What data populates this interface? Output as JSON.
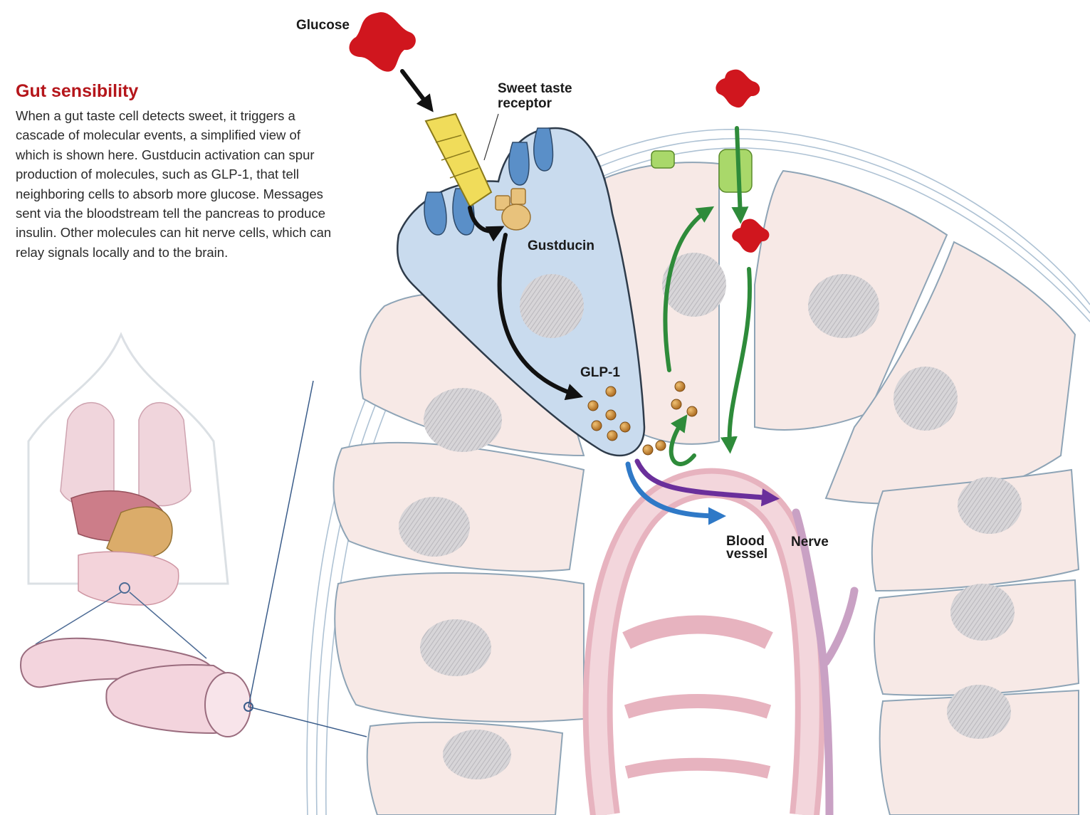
{
  "sidebar": {
    "title": "Gut sensibility",
    "body": "When a gut taste cell detects sweet, it triggers a cascade of molecular events, a simplified view of which is shown here. Gustducin activation can spur production of molecules, such as GLP-1, that tell neighboring cells to absorb more glucose. Messages sent via the bloodstream tell the pancreas to produce insulin. Other molecules can hit nerve cells, which can relay signals locally and to the brain."
  },
  "labels": {
    "glucose": "Glucose",
    "sweet_taste_receptor": "Sweet taste\nreceptor",
    "gustducin": "Gustducin",
    "glp1": "GLP-1",
    "blood_vessel": "Blood\nvessel",
    "nerve": "Nerve"
  },
  "colors": {
    "title_red": "#b5161b",
    "glucose_red": "#d0161e",
    "arrow_green": "#2e8b3a",
    "arrow_blue": "#2f79c7",
    "arrow_purple": "#6a2f9b",
    "taste_cell_blue": "#c9dbee",
    "cell_pink": "#f7e9e6",
    "glp1_orange": "#c8892f"
  }
}
